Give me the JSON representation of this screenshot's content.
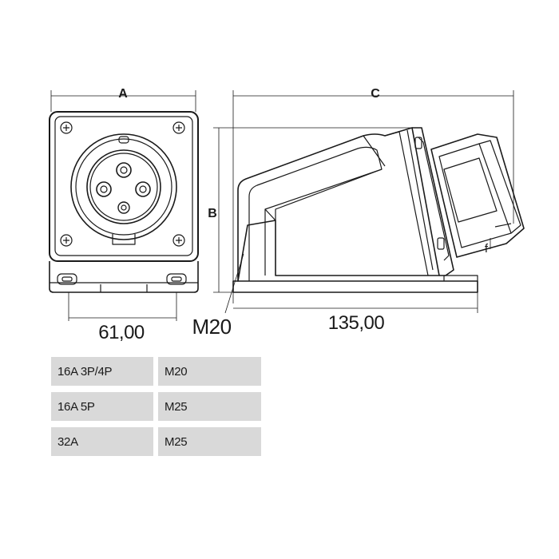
{
  "dimensions": {
    "a_label": "A",
    "b_label": "B",
    "c_label": "C",
    "width_front": "61,00",
    "length_side": "135,00",
    "gland_label": "M20",
    "f_label": "f"
  },
  "spec_table": {
    "rows": [
      {
        "rating": "16A 3P/4P",
        "gland": "M20"
      },
      {
        "rating": "16A 5P",
        "gland": "M25"
      },
      {
        "rating": "32A",
        "gland": "M25"
      }
    ]
  },
  "colors": {
    "line": "#1a1a1a",
    "table_fill": "#d9d9d9"
  }
}
